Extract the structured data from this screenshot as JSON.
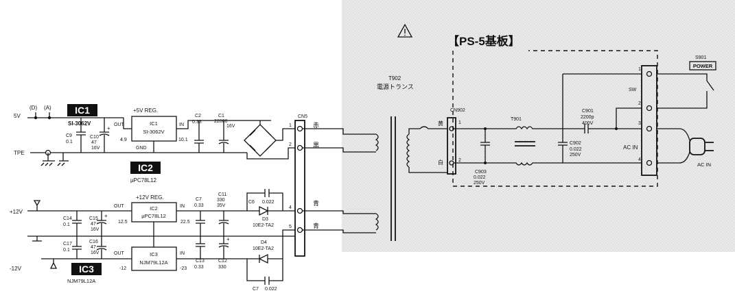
{
  "board_title": "【PS-5基板】",
  "ics": {
    "ic1": {
      "badge": "IC1",
      "part": "SI-3062V",
      "reg_label": "+5V REG.",
      "box_line1": "IC1",
      "box_line2": "SI-3062V"
    },
    "ic2": {
      "badge": "IC2",
      "part": "μPC78L12",
      "reg_label": "+12V REG.",
      "box_line1": "IC2",
      "box_line2": "μPC78L12"
    },
    "ic3": {
      "badge": "IC3",
      "part": "NJM79L12A",
      "box_line1": "IC3",
      "box_line2": "NJM79L12A"
    }
  },
  "pins": {
    "out": "OUT",
    "in": "IN",
    "gnd": "GND"
  },
  "voltages": {
    "v49": "4.9",
    "v101": "10.1",
    "v125": "12.5",
    "v225": "22.5",
    "vm12": "-12",
    "vm23": "-23"
  },
  "rails": {
    "v5": "5V",
    "d": "(D)",
    "a": "(A)",
    "tpe": "TPE",
    "p12": "+12V",
    "m12": "-12V"
  },
  "caps": {
    "c9": "C9",
    "c9v": "0.1",
    "c10": "C10",
    "c10v": "47",
    "c10r": "16V",
    "c2": "C2",
    "c2v": "0.33",
    "c1": "C1",
    "c1v": "22000",
    "c1r": "16V",
    "c14": "C14",
    "c14v": "0.1",
    "c15": "C15",
    "c15v": "47",
    "c15r": "16V",
    "c7": "C7",
    "c7v": "0.33",
    "c11": "C11",
    "c11v": "330",
    "c11r": "35V",
    "c6": "C6",
    "c6v": "0.022",
    "c17": "C17",
    "c17v": "0.1",
    "c16": "C16",
    "c16v": "47",
    "c16r": "16V",
    "c13": "C13",
    "c13v": "0.33",
    "c12": "C12",
    "c12v": "330",
    "c7b": "C7",
    "c7bv": "0.022",
    "c901": "C901",
    "c901v": "2200p",
    "c901r": "400V",
    "c902": "C902",
    "c902v": "0.022",
    "c902r": "250V",
    "c903": "C903",
    "c903v": "0.022",
    "c903r": "250V"
  },
  "diodes": {
    "d3": "D3",
    "d3p": "10E2-TA2",
    "d4": "D4",
    "d4p": "10E2-TA2"
  },
  "connectors": {
    "cn5": "CN5",
    "cn902": "CN902",
    "acin": "AC IN",
    "acin_plug": "AC IN",
    "sw": "SW"
  },
  "pin_numbers": {
    "p1": "1",
    "p2": "2",
    "p3": "3",
    "p4": "4",
    "p5": "5"
  },
  "wire_colors": {
    "red": "赤",
    "black": "黒",
    "blue": "青",
    "yellow": "黄",
    "white": "白"
  },
  "transformers": {
    "t902": "T902",
    "t902_desc": "電源トランス",
    "t901": "T901"
  },
  "switch": {
    "ref": "S901",
    "label": "POWER"
  },
  "plus": "+",
  "colors": {
    "ink": "#111111",
    "board_bg": "#e4e4e4",
    "badge_bg": "#111111"
  }
}
